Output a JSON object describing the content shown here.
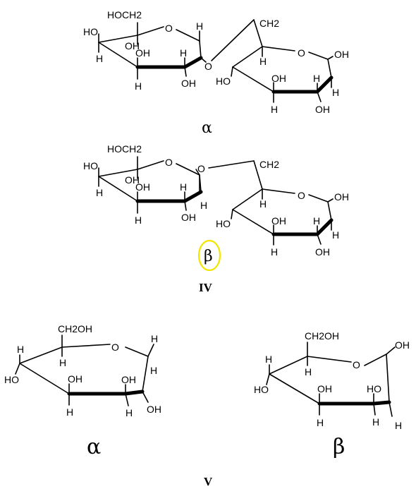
{
  "structure_iv": {
    "alpha": {
      "left_ring": {
        "ch2oh": "HOCH2",
        "o": "O",
        "h1": "H",
        "ho4": "HO",
        "oh3": "OH",
        "oh2": "OH",
        "h4": "H",
        "h3": "H",
        "h2": "H",
        "oh_ring": "OH"
      },
      "link_o": "O",
      "right_ring": {
        "ch2": "CH2",
        "o": "O",
        "oh1": "OH",
        "h5": "H",
        "ho4": "HO",
        "oh3": "OH",
        "h2": "H",
        "h1": "H",
        "h3": "H",
        "oh2": "OH"
      },
      "caption": "α"
    },
    "beta": {
      "left_ring": {
        "ch2oh": "HOCH2",
        "o": "O",
        "h1": "H",
        "ho4": "HO",
        "oh3": "OH",
        "oh2": "OH",
        "h4": "H",
        "h3": "H",
        "h2": "H",
        "oh_ring": "OH"
      },
      "link_o": "O",
      "right_ring": {
        "ch2": "CH2",
        "o": "O",
        "oh1": "OH",
        "h5": "H",
        "ho4": "HO",
        "oh3": "OH",
        "h2": "H",
        "h1": "H",
        "h3": "H",
        "oh2": "OH"
      },
      "caption": "β"
    },
    "label": "IV"
  },
  "structure_v": {
    "alpha": {
      "ch2oh": "CH2OH",
      "o": "O",
      "h_top": "H",
      "h5": "H",
      "h4": "H",
      "ho4": "HO",
      "oh3": "OH",
      "h3": "H",
      "oh2": "OH",
      "h_right": "H",
      "oh1": "OH",
      "h2": "H",
      "caption": "α"
    },
    "beta": {
      "ch2oh": "CH2OH",
      "o": "O",
      "oh1": "OH",
      "h5": "H",
      "h4": "H",
      "ho4": "HO",
      "oh3": "OH",
      "h3": "H",
      "ho2": "HO",
      "h2": "H",
      "h1": "H",
      "caption": "β"
    },
    "label": "V"
  },
  "highlight_color": "#f2e600"
}
